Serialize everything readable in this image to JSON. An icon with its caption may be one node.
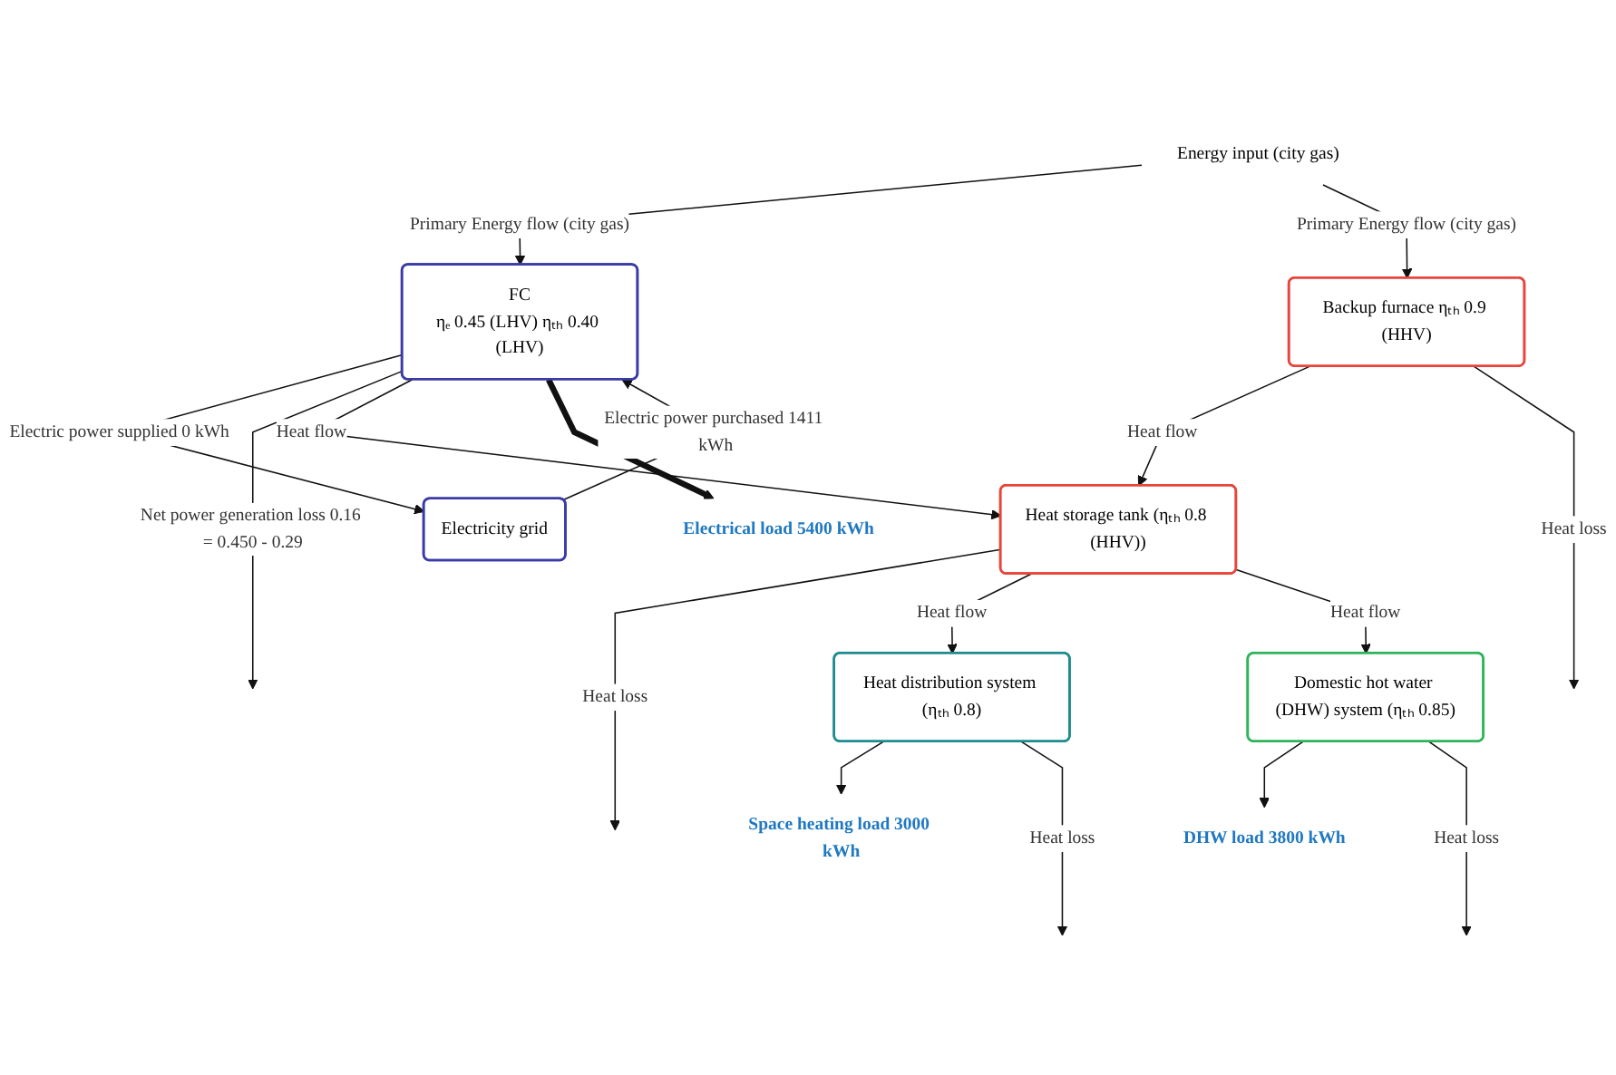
{
  "diagram": {
    "nodes": [
      {
        "text": [
          "Energy input (city gas)"
        ]
      },
      {
        "text": [
          "Electricity grid"
        ]
      },
      {
        "text": [
          "FC",
          "ηₑ 0.45 (LHV) ηₜₕ 0.40 (LHV)"
        ]
      },
      {
        "text": [
          "Heat storage tank (ηₜₕ 0.8 (HHV))"
        ]
      },
      {
        "text": [
          "Heat distribution system (ηₜₕ 0.8)"
        ]
      },
      {
        "text": [
          "Domestic hot water (DHW) system (ηₜₕ 0.85)"
        ]
      },
      {
        "text": [
          "Backup furnace ηₜₕ 0.9 (HHV)"
        ]
      },
      {
        "text": [
          "Electrical load 5400 kWh"
        ]
      },
      {
        "text": [
          "Space heating load 3000 kWh"
        ]
      },
      {
        "text": [
          "DHW load 3800 kWh"
        ]
      }
    ],
    "edges": [
      {
        "from": 0,
        "to": 2,
        "arrow": "to",
        "label": "Primary Energy flow (city gas)"
      },
      {
        "from": 0,
        "to": 6,
        "arrow": "to",
        "label": "Primary Energy flow (city gas)"
      },
      {
        "from": 1,
        "to": 2,
        "arrow": "to",
        "label": "Electric power purchased 1411 kWh"
      },
      {
        "from": 2,
        "to": 1,
        "arrow": "to",
        "label": "Electric power supplied 0 kWh"
      },
      {
        "from": 2,
        "to": null,
        "arrow": "to",
        "label": "Net power generation loss 0.16 = 0.450 - 0.29"
      },
      {
        "from": 2,
        "to": 3,
        "arrow": "to",
        "label": "Heat flow"
      },
      {
        "from": 2,
        "to": 7,
        "arrow": "to",
        "style": "thick"
      },
      {
        "from": 6,
        "to": 3,
        "arrow": "to",
        "label": "Heat flow"
      },
      {
        "from": 3,
        "to": null,
        "arrow": "to",
        "label": "Heat loss"
      },
      {
        "from": 3,
        "to": 4,
        "arrow": "to",
        "label": "Heat flow"
      },
      {
        "from": 3,
        "to": 5,
        "arrow": "to",
        "label": "Heat flow"
      },
      {
        "from": 4,
        "to": 8,
        "arrow": "to"
      },
      {
        "from": 4,
        "to": null,
        "arrow": "to",
        "label": "Heat loss"
      },
      {
        "from": 5,
        "to": 9,
        "arrow": "to"
      },
      {
        "from": 5,
        "to": null,
        "arrow": "to",
        "label": "Heat loss"
      },
      {
        "from": 6,
        "to": null,
        "arrow": "to",
        "label": "Heat loss"
      }
    ]
  }
}
